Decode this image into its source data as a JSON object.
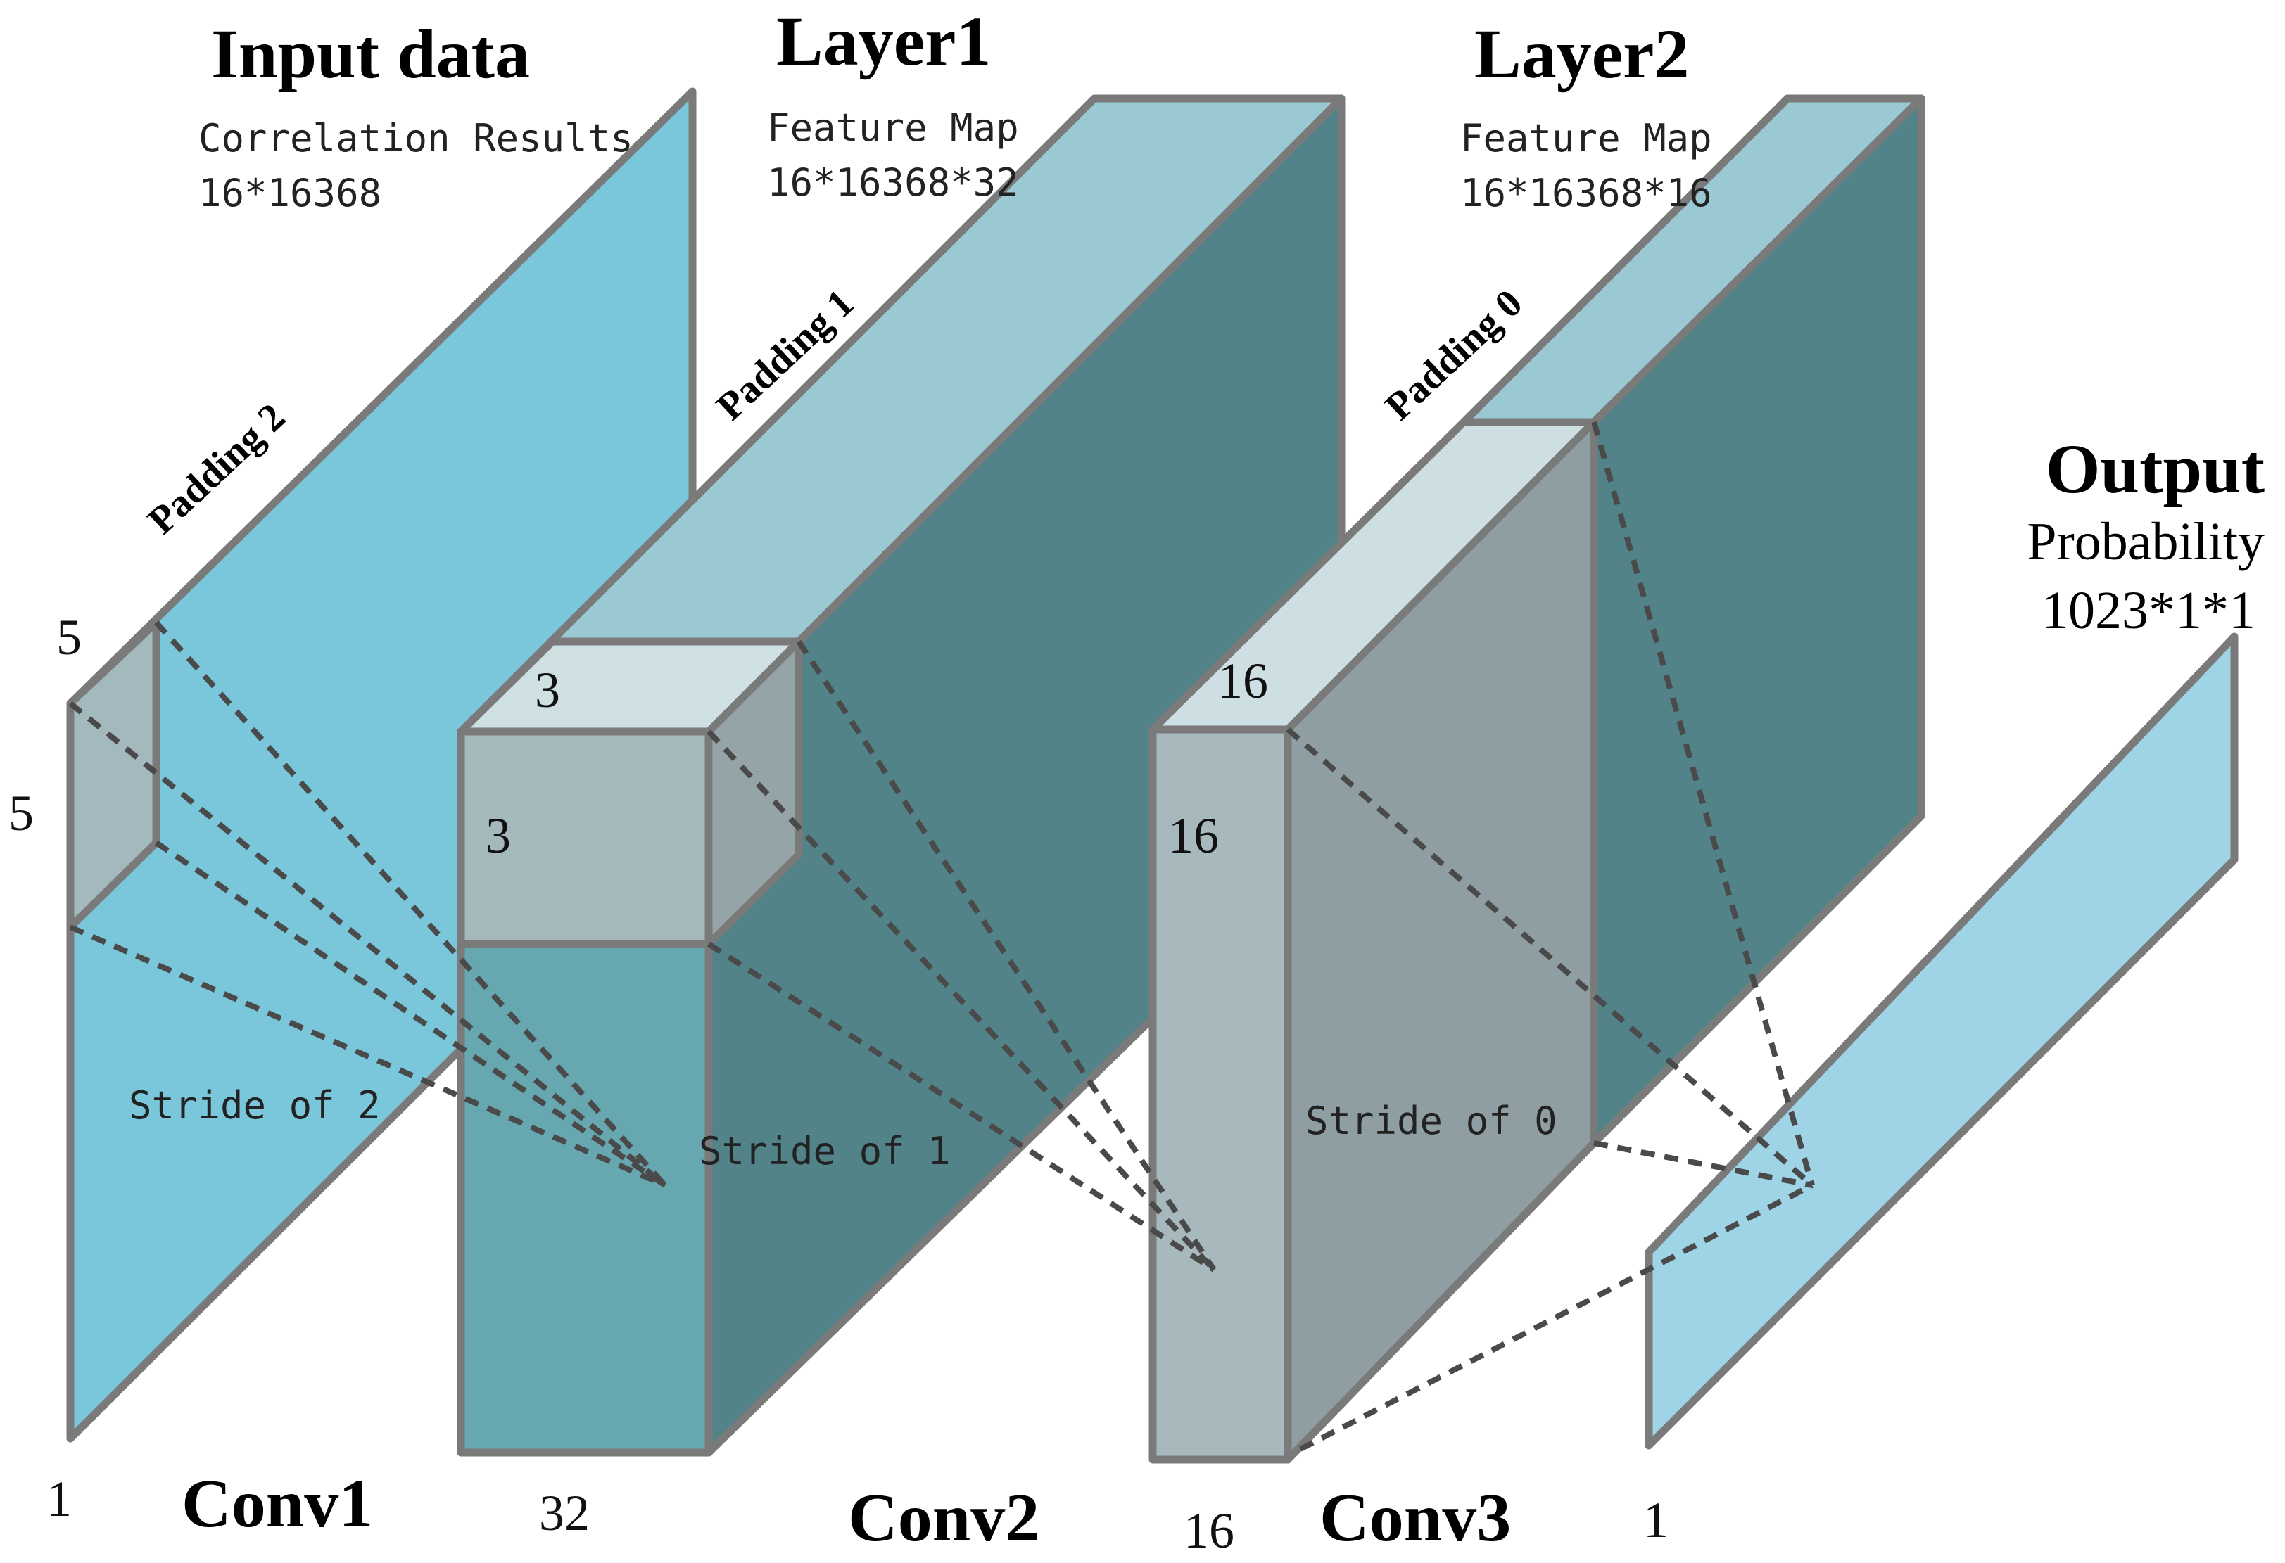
{
  "input": {
    "title": "Input data",
    "subtitle": "Correlation Results",
    "size": "16*16368",
    "padding": "Padding 2",
    "kernel_w": "5",
    "kernel_h": "5",
    "depth": "1",
    "stride": "Stride of 2"
  },
  "layer1": {
    "title": "Layer1",
    "subtitle": "Feature Map",
    "size": "16*16368*32",
    "padding": "Padding 1",
    "kernel_w": "3",
    "kernel_h": "3",
    "depth": "32",
    "stride": "Stride of 1"
  },
  "layer2": {
    "title": "Layer2",
    "subtitle": "Feature Map",
    "size": "16*16368*16",
    "padding": "Padding 0",
    "kernel_w": "16",
    "kernel_h": "16",
    "depth": "16",
    "stride": "Stride of 0"
  },
  "output": {
    "title": "Output",
    "subtitle": "Probability",
    "size": "1023*1*1",
    "depth": "1"
  },
  "conv_labels": [
    "Conv1",
    "Conv2",
    "Conv3"
  ],
  "colors": {
    "input_face": "#7ac6da",
    "layer1_front": "#66a7b0",
    "layer1_top": "#9bc9d3",
    "layer1_side": "#528389",
    "kernel_face": "#a5b8bc",
    "kernel_top": "#cfe0e3",
    "layer2_front": "#a8b9bd",
    "layer2_top": "#cddfe3",
    "layer2_side": "#8e9ea2",
    "output_face": "#9fd3e6",
    "edge": "#7a7a7a",
    "dash": "#4a4a4a"
  }
}
